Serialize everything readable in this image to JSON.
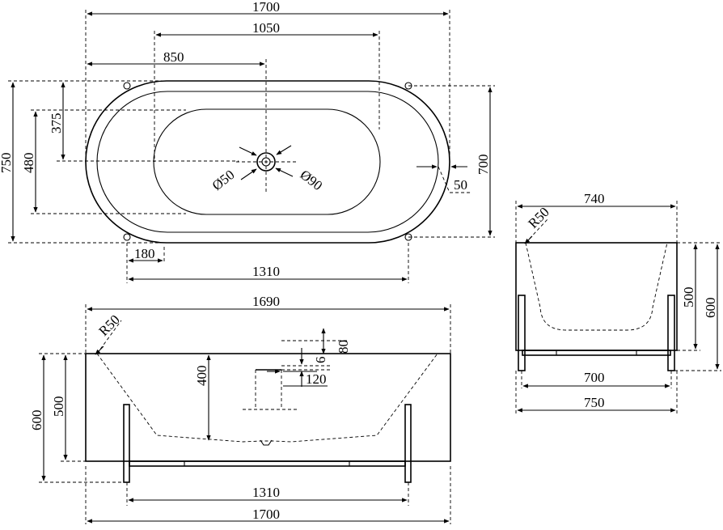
{
  "top_view": {
    "overall_length": "1700",
    "drain_to_end": "1050",
    "drain_from_left": "850",
    "overall_width": "750",
    "rim_width": "700",
    "inner_width": "480",
    "drain_offset": "375",
    "rim_thickness": "50",
    "leg_offset": "180",
    "leg_spacing": "1310",
    "drain_diameter": "Ø50",
    "overflow_diameter": "Ø90"
  },
  "side_view": {
    "top_length": "1690",
    "corner_radius": "R50",
    "overall_height": "600",
    "body_height": "500",
    "basin_depth": "400",
    "overflow_depth": "80",
    "overflow_size": "6",
    "overflow_offset": "120",
    "leg_spacing": "1310",
    "base_length": "1700"
  },
  "end_view": {
    "top_width": "740",
    "corner_radius": "R50",
    "body_height": "500",
    "overall_height": "600",
    "leg_spacing": "700",
    "base_width": "750"
  }
}
